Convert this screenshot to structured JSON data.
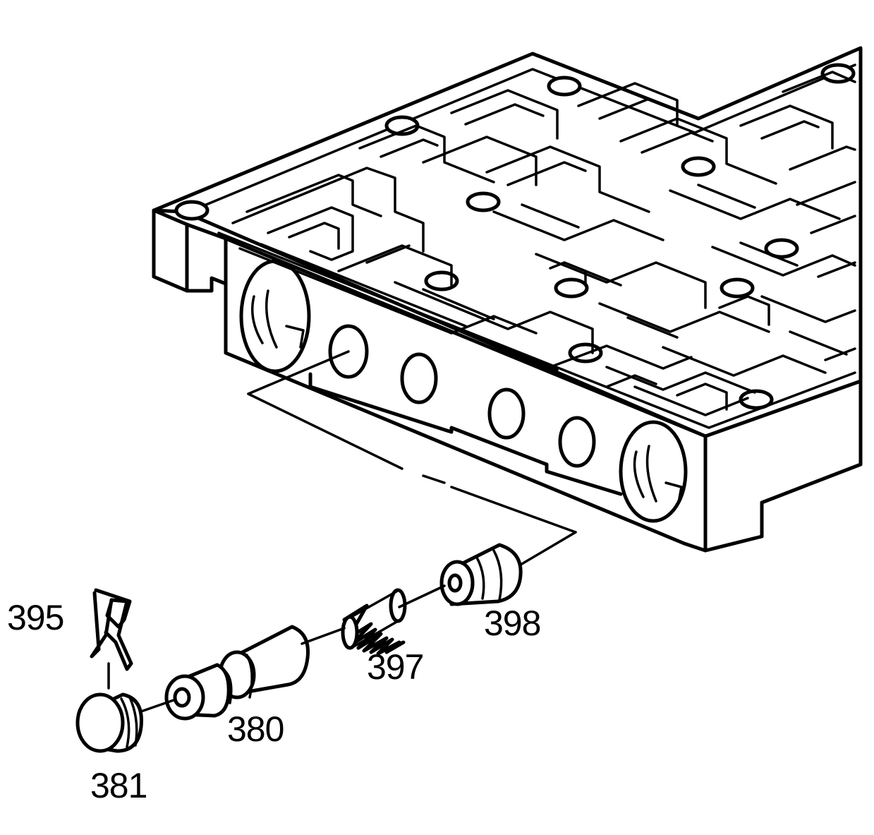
{
  "callouts": {
    "c395": "395",
    "c398": "398",
    "c397": "397",
    "c380": "380",
    "c381": "381"
  },
  "colors": {
    "ink": "#000000",
    "paper": "#ffffff"
  }
}
